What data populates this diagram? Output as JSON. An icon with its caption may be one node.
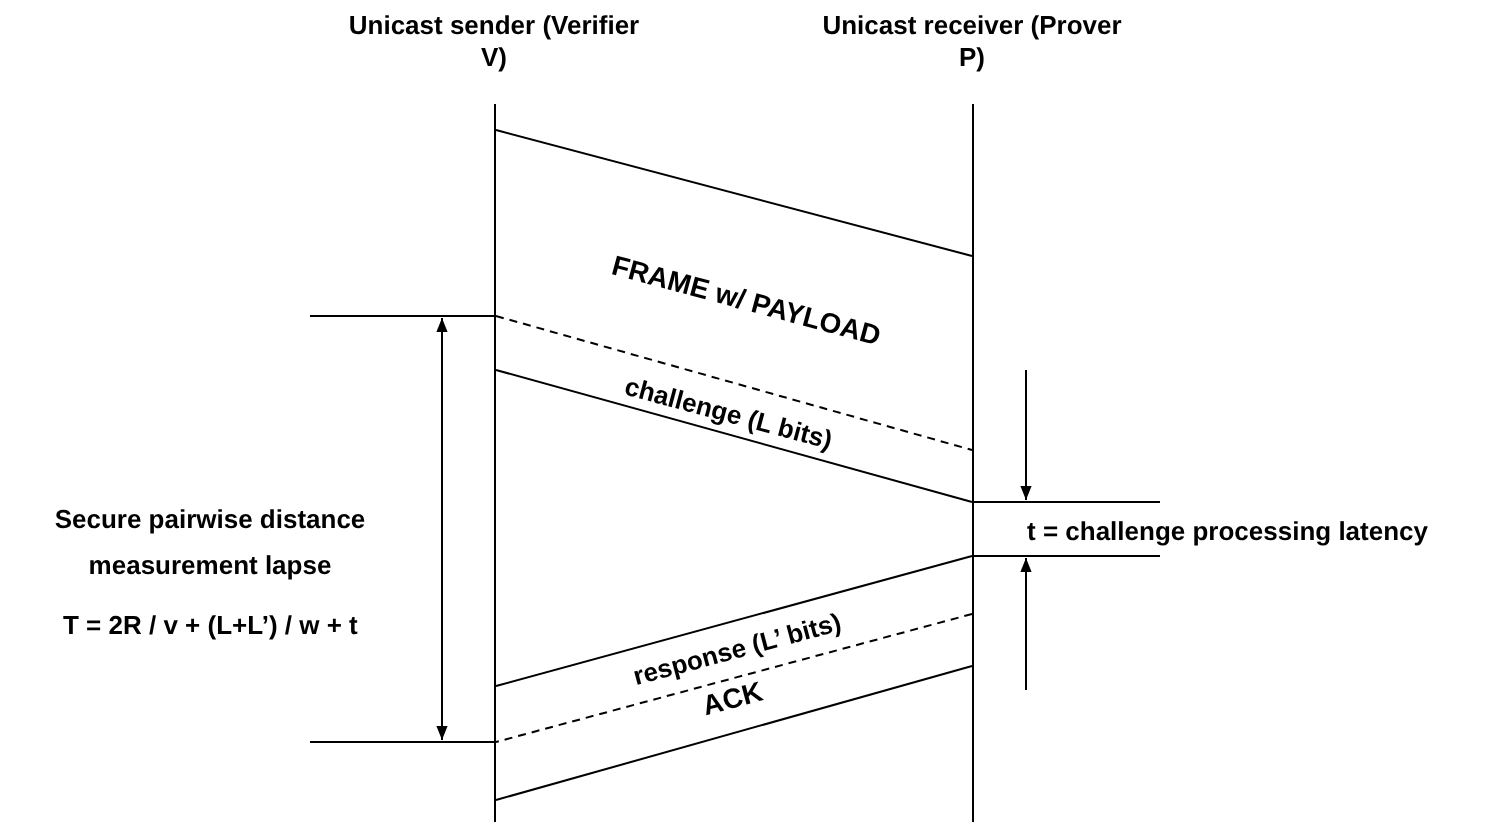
{
  "diagram": {
    "nodes": [
      {
        "text": [
          "Unicast sender (Verifier V)"
        ]
      },
      {
        "text": [
          "Unicast receiver (Prover P)"
        ]
      }
    ],
    "edges": [
      {
        "from": 0,
        "to": 1,
        "arrow": "none"
      },
      {
        "from": 0,
        "to": 1,
        "arrow": "none",
        "style": "dashed"
      },
      {
        "from": 0,
        "to": 1,
        "arrow": "none"
      },
      {
        "from": 1,
        "to": 0,
        "arrow": "none"
      },
      {
        "from": 1,
        "to": 0,
        "arrow": "none",
        "style": "dashed"
      },
      {
        "from": 1,
        "to": 0,
        "arrow": "none"
      }
    ],
    "labels": [
      "FRAME w/ PAYLOAD",
      "challenge (L bits)",
      "Secure pairwise distance measurement lapse",
      "T = 2R / v + (L+L’) / w + t",
      "t = challenge processing latency",
      "response (L’ bits)",
      "ACK"
    ]
  }
}
